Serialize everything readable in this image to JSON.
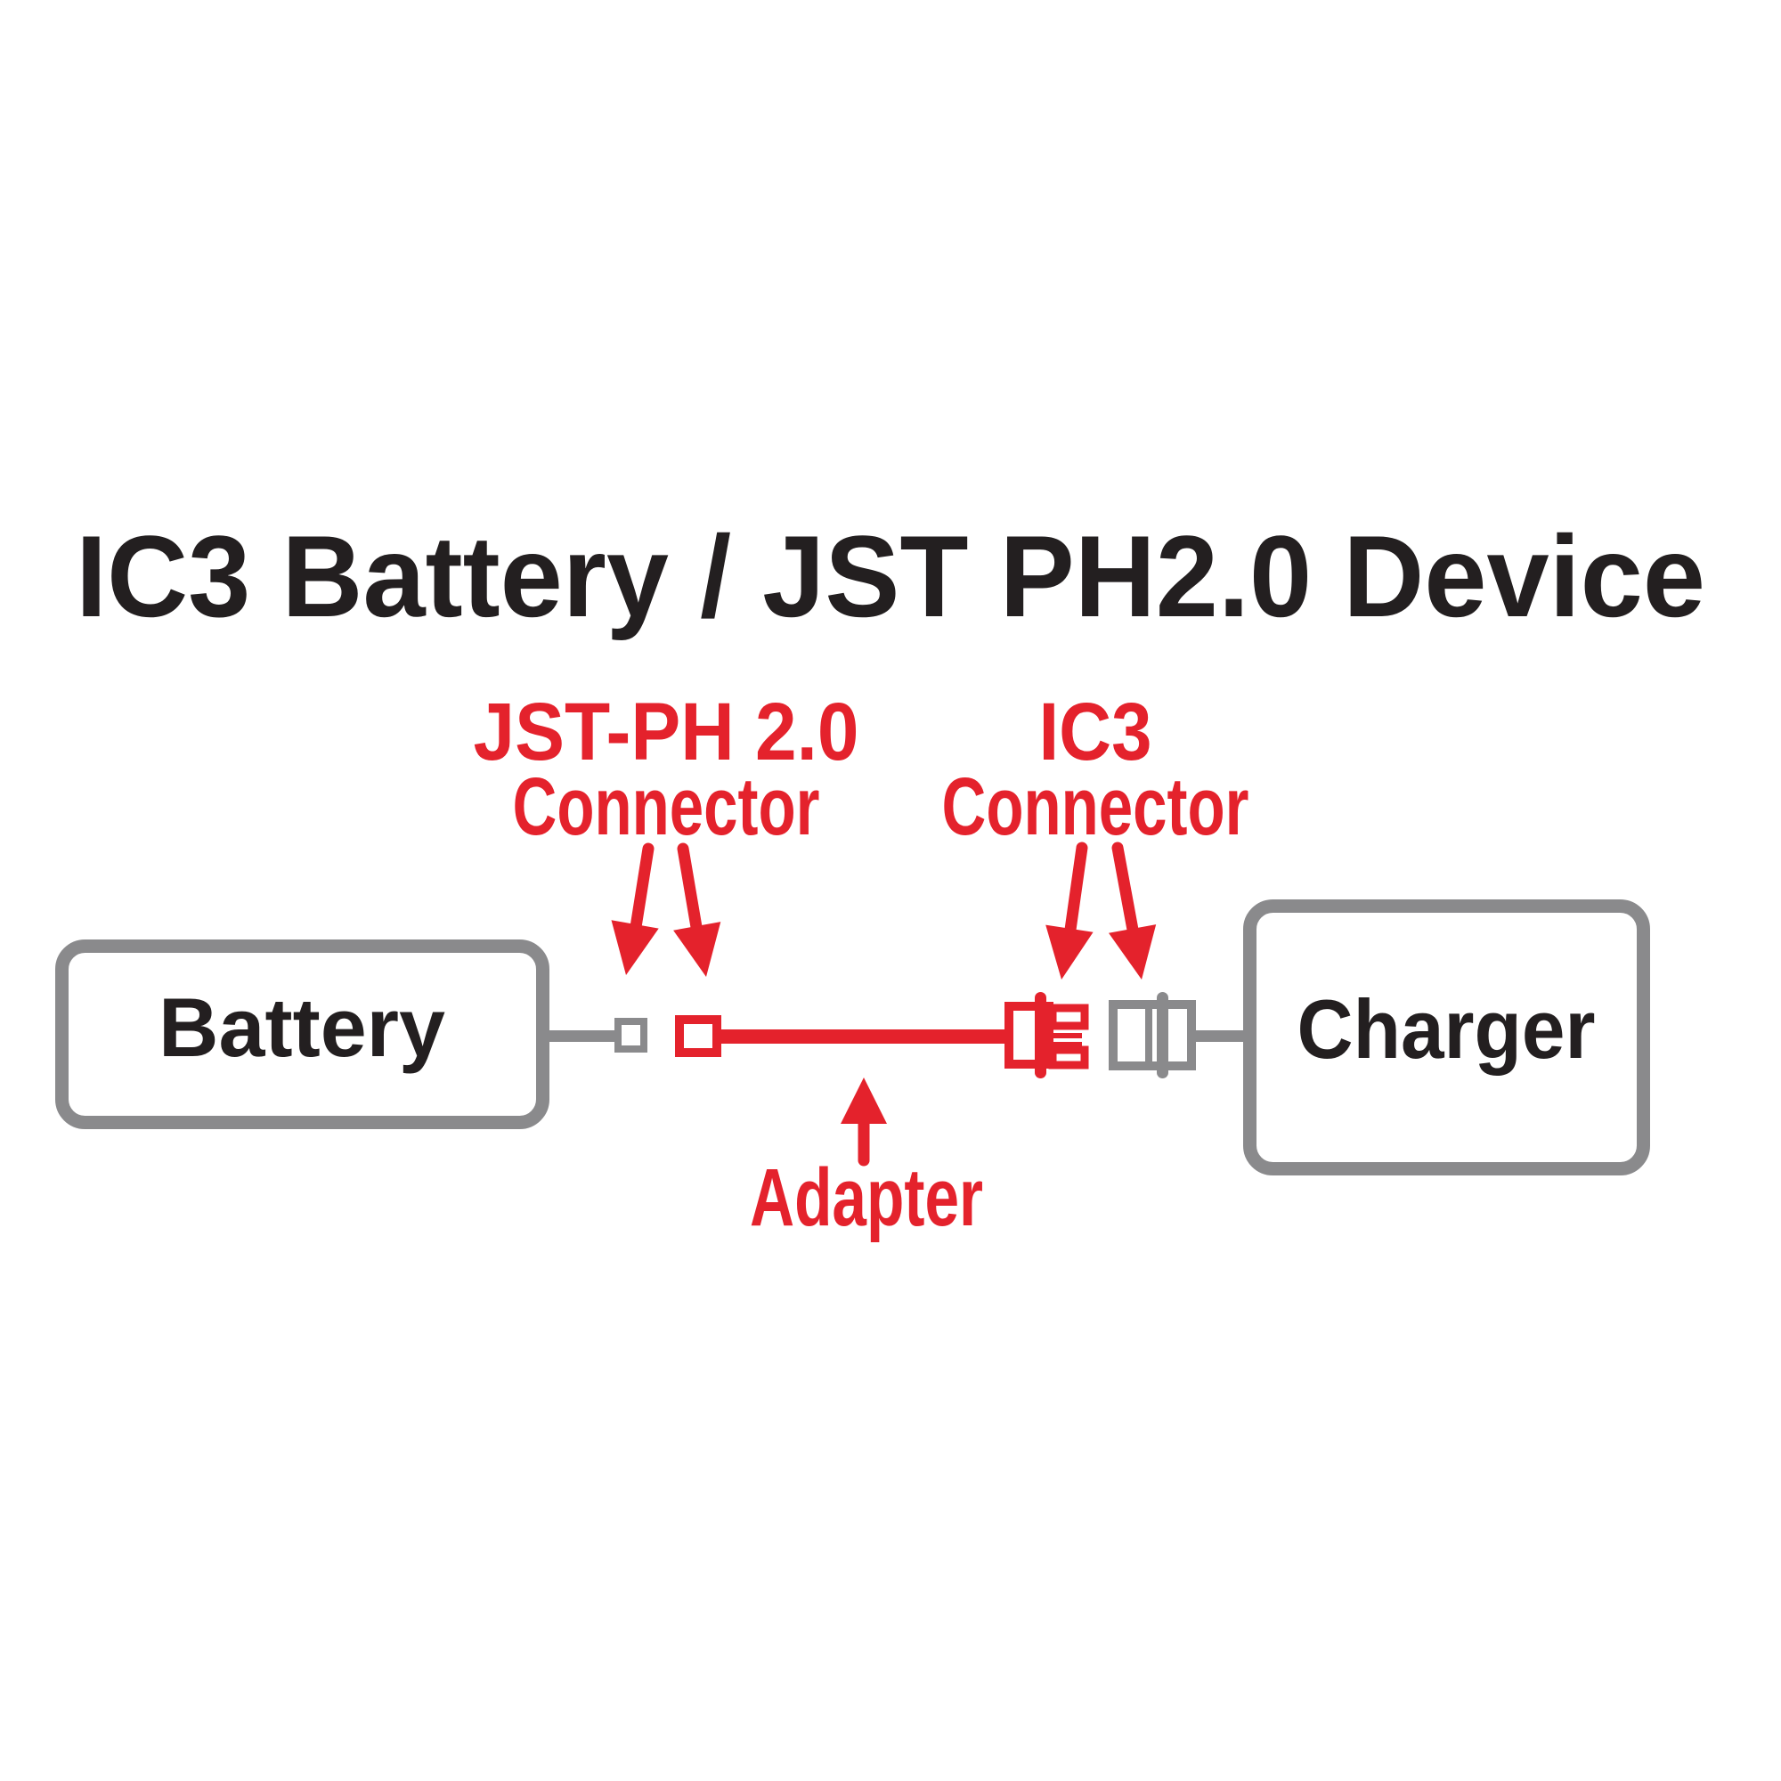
{
  "title": "IC3 Battery / JST PH2.0 Device",
  "callouts": {
    "jst": {
      "line1": "JST-PH 2.0",
      "line2": "Connector"
    },
    "ic3": {
      "line1": "IC3",
      "line2": "Connector"
    },
    "adapter": {
      "label": "Adapter"
    }
  },
  "devices": {
    "battery": {
      "label": "Battery"
    },
    "charger": {
      "label": "Charger"
    }
  },
  "colors": {
    "red": "#E4222C",
    "gray": "#8A8A8C",
    "text": "#231F20",
    "background": "#FFFFFF"
  }
}
